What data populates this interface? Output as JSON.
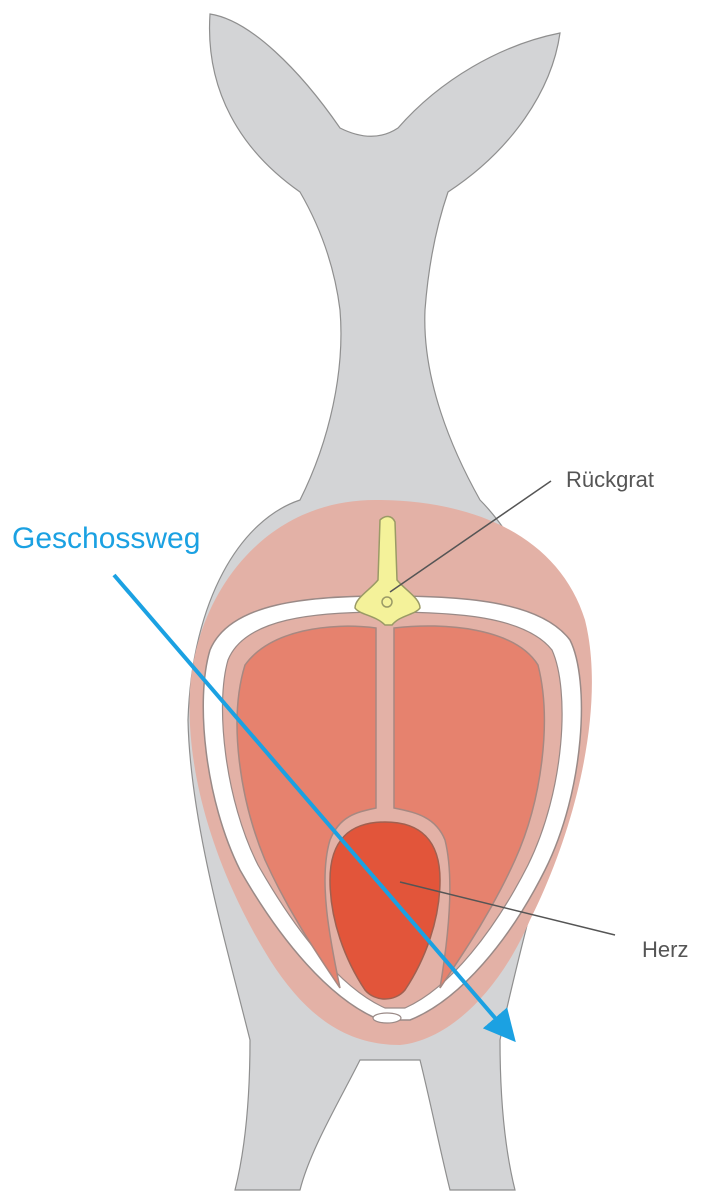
{
  "labels": {
    "shot_path": "Geschossweg",
    "spine": "Rückgrat",
    "heart": "Herz"
  },
  "colors": {
    "body": "#d3d4d6",
    "body_outline": "#8f8f8f",
    "chest_outer": "#e3b1a6",
    "rib": "#ffffff",
    "rib_outline": "#9a8a87",
    "lung": "#e6826e",
    "lung_outline": "#a78881",
    "heart": "#e2553a",
    "heart_outline": "#a06050",
    "spine": "#f4f29a",
    "spine_outline": "#9a9a66",
    "arrow": "#1ba1e2",
    "callout_line": "#555555",
    "label_text": "#555555"
  }
}
